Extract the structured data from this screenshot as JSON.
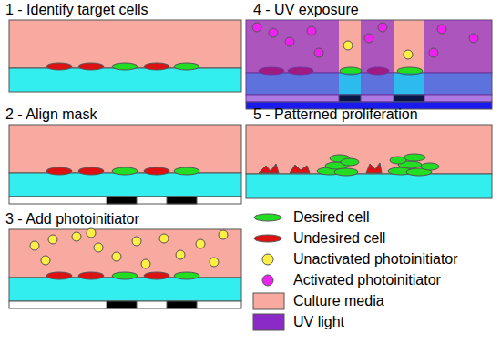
{
  "diagram": {
    "labels": [
      "1 - Identify target cells",
      "2 - Align mask",
      "3 - Add photoinitiator",
      "4 - UV exposure",
      "5 - Patterned proliferation"
    ],
    "legend": [
      {
        "text": "Desired cell",
        "color": "#22dd22"
      },
      {
        "text": "Undesired cell",
        "color": "#dd1111"
      },
      {
        "text": "Unactivated photoinitiator",
        "color": "#ffee44"
      },
      {
        "text": "Activated photoinitiator",
        "color": "#ee22ee"
      },
      {
        "text": "Culture media",
        "color": "#f8a9a0"
      },
      {
        "text": "UV light",
        "color": "#8a2bc8"
      }
    ]
  }
}
